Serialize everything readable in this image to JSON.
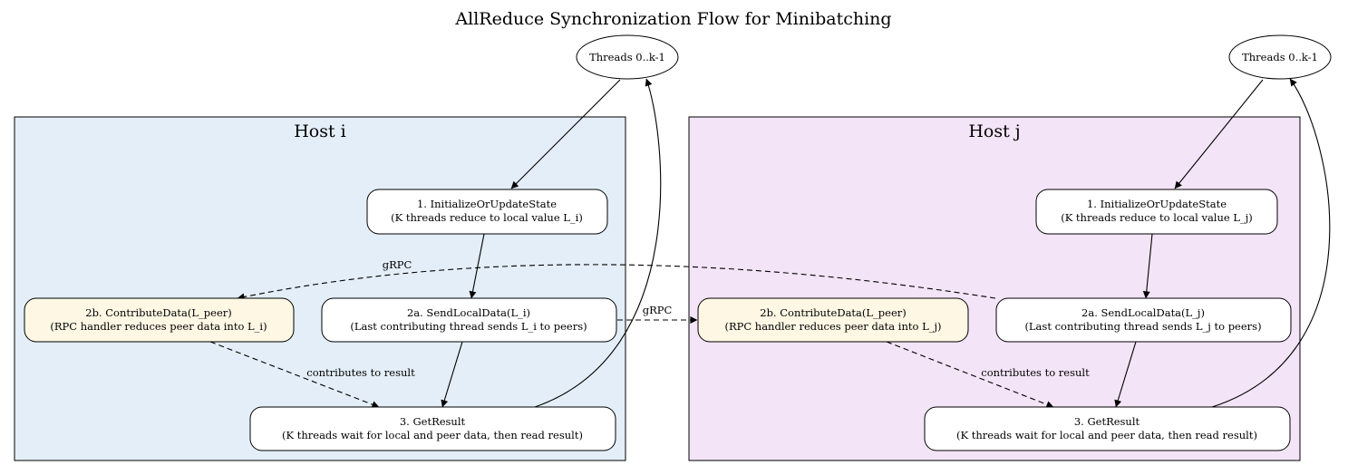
{
  "title": "AllReduce Synchronization Flow for Minibatching",
  "colors": {
    "host_i_fill": "#e3eef8",
    "host_j_fill": "#f4e4f7",
    "contribute_fill": "#fdf7e4",
    "node_fill": "#ffffff",
    "stroke": "#000000"
  },
  "hosts": {
    "host_i": {
      "label": "Host i",
      "threads": "Threads 0..k-1",
      "step1_title": "1. InitializeOrUpdateState",
      "step1_desc": "(K threads reduce to local value L_i)",
      "step2a_title": "2a. SendLocalData(L_i)",
      "step2a_desc": "(Last contributing thread sends L_i to peers)",
      "step2b_title": "2b. ContributeData(L_peer)",
      "step2b_desc": "(RPC handler reduces peer data into L_i)",
      "step3_title": "3. GetResult",
      "step3_desc": "(K threads wait for local and peer data, then read result)",
      "contrib_label": "contributes to result"
    },
    "host_j": {
      "label": "Host j",
      "threads": "Threads 0..k-1",
      "step1_title": "1. InitializeOrUpdateState",
      "step1_desc": "(K threads reduce to local value L_j)",
      "step2a_title": "2a. SendLocalData(L_j)",
      "step2a_desc": "(Last contributing thread sends L_j to peers)",
      "step2b_title": "2b. ContributeData(L_peer)",
      "step2b_desc": "(RPC handler reduces peer data into L_j)",
      "step3_title": "3. GetResult",
      "step3_desc": "(K threads wait for local and peer data, then read result)",
      "contrib_label": "contributes to result"
    }
  },
  "cross_edges": {
    "i_to_j_label": "gRPC",
    "j_to_i_label": "gRPC"
  }
}
